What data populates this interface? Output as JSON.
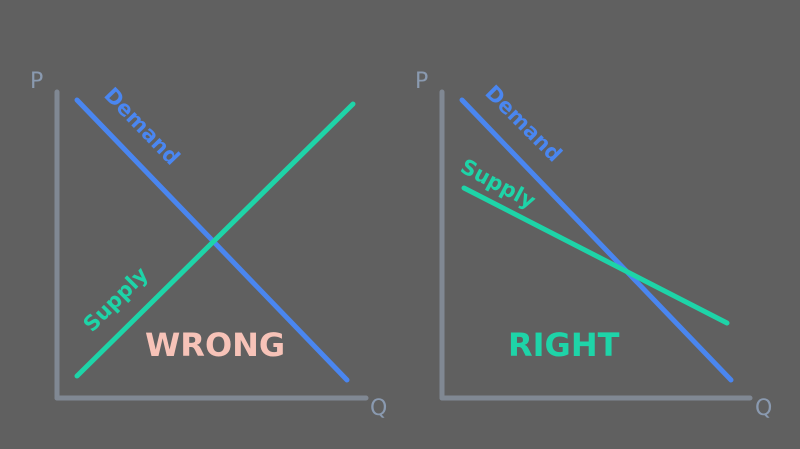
{
  "colors": {
    "background": "#606060",
    "axis": "#808893",
    "axis_label": "#8a9ab0",
    "demand": "#4a86f0",
    "supply": "#1ed4a8",
    "wrong": "#f7c3b8",
    "right": "#1ed4a8"
  },
  "panels": [
    {
      "axis_y_label": "P",
      "axis_x_label": "Q",
      "demand_label": "Demand",
      "supply_label": "Supply",
      "verdict": "WRONG"
    },
    {
      "axis_y_label": "P",
      "axis_x_label": "Q",
      "demand_label": "Demand",
      "supply_label": "Supply",
      "verdict": "RIGHT"
    }
  ]
}
